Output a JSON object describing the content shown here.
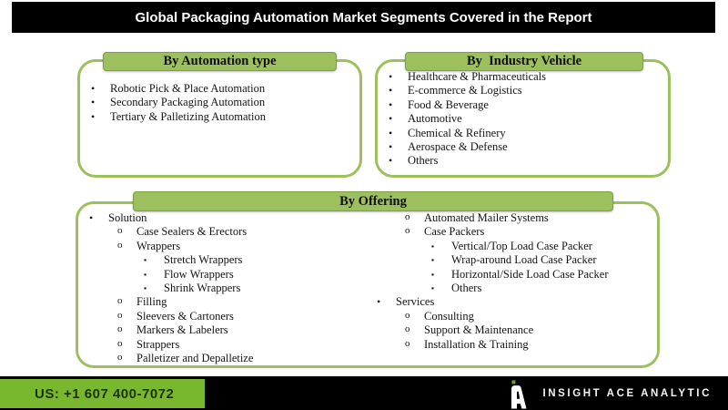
{
  "title": "Global Packaging Automation Market Segments Covered in the Report",
  "bullets": {
    "level1": "•",
    "level2": "o",
    "level3": "▪"
  },
  "colors": {
    "box_green": "#9cc05e",
    "tab_border_green": "#7e9f44",
    "footer_green": "#79b82e",
    "bar_black": "#000000",
    "phone_text": "#1c3208"
  },
  "boxes": {
    "automation_type": {
      "header": "By Automation type",
      "items": [
        {
          "level": 1,
          "text": "Robotic Pick & Place Automation"
        },
        {
          "level": 1,
          "text": "Secondary Packaging Automation"
        },
        {
          "level": 1,
          "text": "Tertiary & Palletizing Automation"
        }
      ]
    },
    "industry_vehicle": {
      "header": "By  Industry Vehicle",
      "items": [
        {
          "level": 1,
          "text": "Healthcare & Pharmaceuticals"
        },
        {
          "level": 1,
          "text": "E-commerce & Logistics"
        },
        {
          "level": 1,
          "text": "Food & Beverage"
        },
        {
          "level": 1,
          "text": "Automotive"
        },
        {
          "level": 1,
          "text": "Chemical & Refinery"
        },
        {
          "level": 1,
          "text": "Aerospace & Defense"
        },
        {
          "level": 1,
          "text": "Others"
        }
      ]
    },
    "offering": {
      "header": "By Offering",
      "left_items": [
        {
          "level": 1,
          "text": "Solution"
        },
        {
          "level": 2,
          "text": "Case Sealers & Erectors"
        },
        {
          "level": 2,
          "text": "Wrappers"
        },
        {
          "level": 3,
          "text": "Stretch Wrappers"
        },
        {
          "level": 3,
          "text": "Flow Wrappers"
        },
        {
          "level": 3,
          "text": "Shrink Wrappers"
        },
        {
          "level": 2,
          "text": "Filling"
        },
        {
          "level": 2,
          "text": "Sleevers & Cartoners"
        },
        {
          "level": 2,
          "text": "Markers & Labelers"
        },
        {
          "level": 2,
          "text": "Strappers"
        },
        {
          "level": 2,
          "text": "Palletizer and Depalletize"
        }
      ],
      "right_items": [
        {
          "level": 2,
          "text": "Automated Mailer Systems"
        },
        {
          "level": 2,
          "text": "Case Packers"
        },
        {
          "level": 3,
          "text": "Vertical/Top Load Case Packer"
        },
        {
          "level": 3,
          "text": "Wrap-around Load Case Packer"
        },
        {
          "level": 3,
          "text": "Horizontal/Side Load Case Packer"
        },
        {
          "level": 3,
          "text": "Others"
        },
        {
          "level": 1,
          "text": "Services"
        },
        {
          "level": 2,
          "text": "Consulting"
        },
        {
          "level": 2,
          "text": "Support & Maintenance"
        },
        {
          "level": 2,
          "text": "Installation & Training"
        }
      ]
    }
  },
  "footer": {
    "phone": "US: +1 607 400-7072",
    "brand": "INSIGHT ACE ANALYTIC"
  }
}
